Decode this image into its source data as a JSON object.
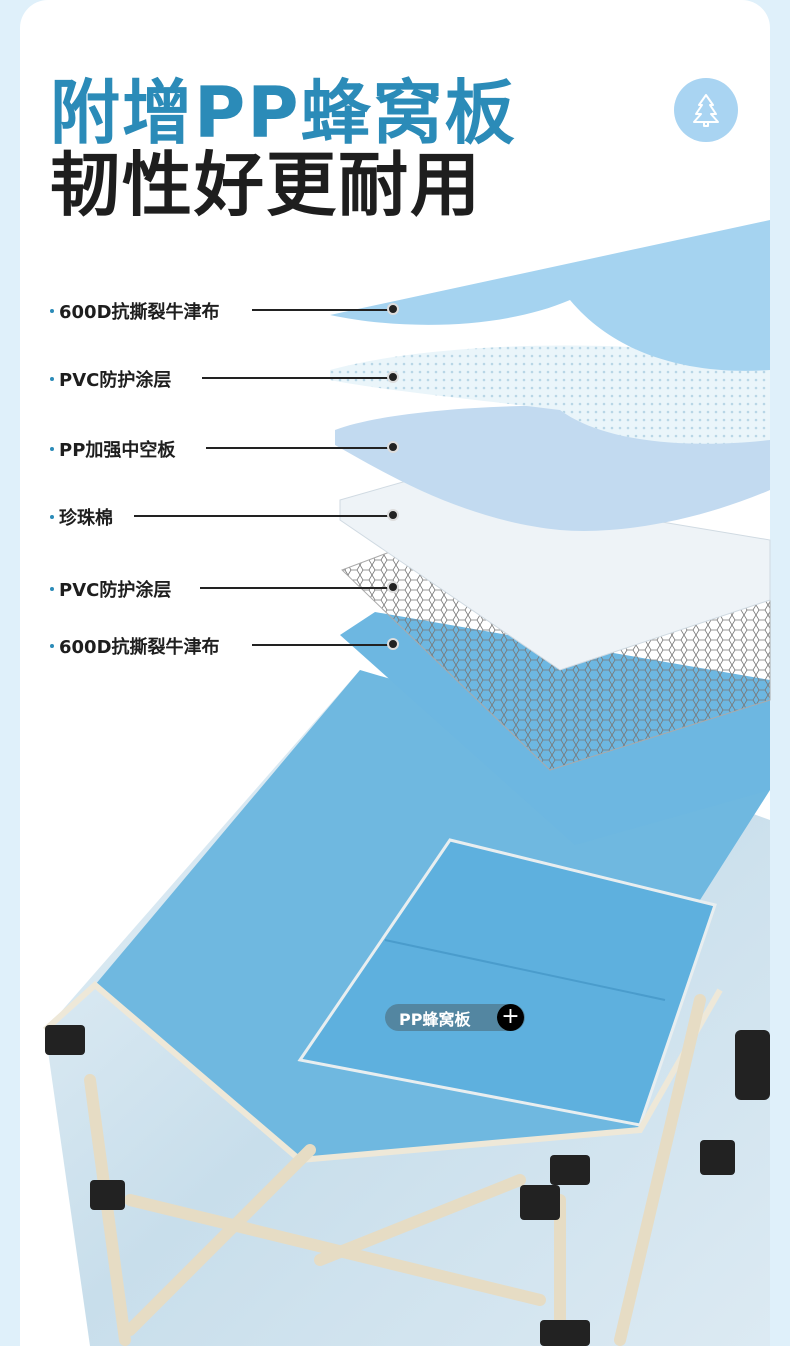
{
  "title": {
    "line1": "附增PP蜂窝板",
    "line2": "韧性好更耐用"
  },
  "badge_icon": "tree-icon",
  "layers": [
    {
      "label": "600D抗撕裂牛津布"
    },
    {
      "label": "PVC防护涂层"
    },
    {
      "label": "PP加强中空板"
    },
    {
      "label": "珍珠棉"
    },
    {
      "label": "PVC防护涂层"
    },
    {
      "label": "600D抗撕裂牛津布"
    }
  ],
  "hotspot": {
    "label": "PP蜂窝板",
    "icon": "plus-icon"
  },
  "colors": {
    "accent": "#2b8bb8",
    "dark": "#1e1e1e",
    "fabric": "#6fb8e0"
  }
}
